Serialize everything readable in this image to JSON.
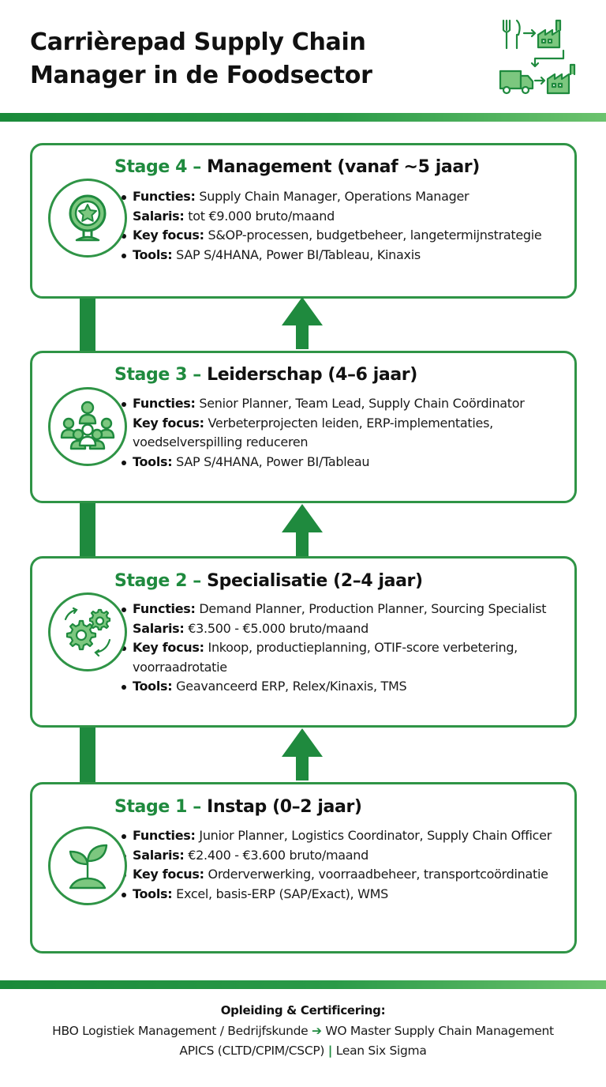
{
  "header": {
    "title_line1": "Carrièrepad Supply Chain",
    "title_line2": "Manager in de Foodsector",
    "icon": "food-to-factory-supply-chain-icon"
  },
  "colors": {
    "accent": "#1f8a3e",
    "border": "#2f9446",
    "text": "#111111"
  },
  "stages": {
    "s4": {
      "num": "Stage 4 – ",
      "name": "Management (vanaf ~5 jaar)",
      "icon": "star-award-icon",
      "items": [
        {
          "label": "Functies:",
          "text": " Supply Chain Manager, Operations Manager"
        },
        {
          "label": "Salaris:",
          "text": " tot €9.000 bruto/maand"
        },
        {
          "label": "Key focus:",
          "text": " S&OP-processen, budgetbeheer, langetermijnstrategie"
        },
        {
          "label": "Tools:",
          "text": " SAP S/4HANA, Power BI/Tableau, Kinaxis"
        }
      ]
    },
    "s3": {
      "num": "Stage 3 – ",
      "name": "Leiderschap (4–6 jaar)",
      "icon": "team-leader-icon",
      "items": [
        {
          "label": "Functies:",
          "text": " Senior Planner, Team Lead, Supply Chain Coördinator"
        },
        {
          "label": "Key focus:",
          "text": " Verbeterprojecten leiden, ERP-implementaties, voedselverspilling reduceren"
        },
        {
          "label": "Tools:",
          "text": " SAP S/4HANA, Power BI/Tableau"
        }
      ]
    },
    "s2": {
      "num": "Stage 2 – ",
      "name": "Specialisatie (2–4 jaar)",
      "icon": "gears-icon",
      "items": [
        {
          "label": "Functies:",
          "text": " Demand Planner, Production Planner, Sourcing Specialist"
        },
        {
          "label": "Salaris:",
          "text": " €3.500 - €5.000 bruto/maand"
        },
        {
          "label": "Key focus:",
          "text": " Inkoop, productieplanning, OTIF-score verbetering, voorraadrotatie"
        },
        {
          "label": "Tools:",
          "text": " Geavanceerd ERP, Relex/Kinaxis, TMS"
        }
      ]
    },
    "s1": {
      "num": "Stage 1 – ",
      "name": "Instap (0–2 jaar)",
      "icon": "seedling-icon",
      "items": [
        {
          "label": "Functies:",
          "text": " Junior Planner, Logistics Coordinator, Supply Chain Officer"
        },
        {
          "label": "Salaris:",
          "text": " €2.400 - €3.600 bruto/maand"
        },
        {
          "label": "Key focus:",
          "text": " Orderverwerking, voorraadbeheer, transportcoördinatie"
        },
        {
          "label": "Tools:",
          "text": " Excel, basis-ERP (SAP/Exact), WMS"
        }
      ]
    }
  },
  "footer": {
    "title": "Opleiding & Certificering:",
    "line1_a": "HBO Logistiek Management / Bedrijfskunde ",
    "line1_sep": "➔",
    "line1_b": " WO Master Supply Chain Management",
    "line2_a": "APICS (CLTD/CPIM/CSCP) ",
    "line2_sep": "|",
    "line2_b": " Lean Six Sigma"
  }
}
